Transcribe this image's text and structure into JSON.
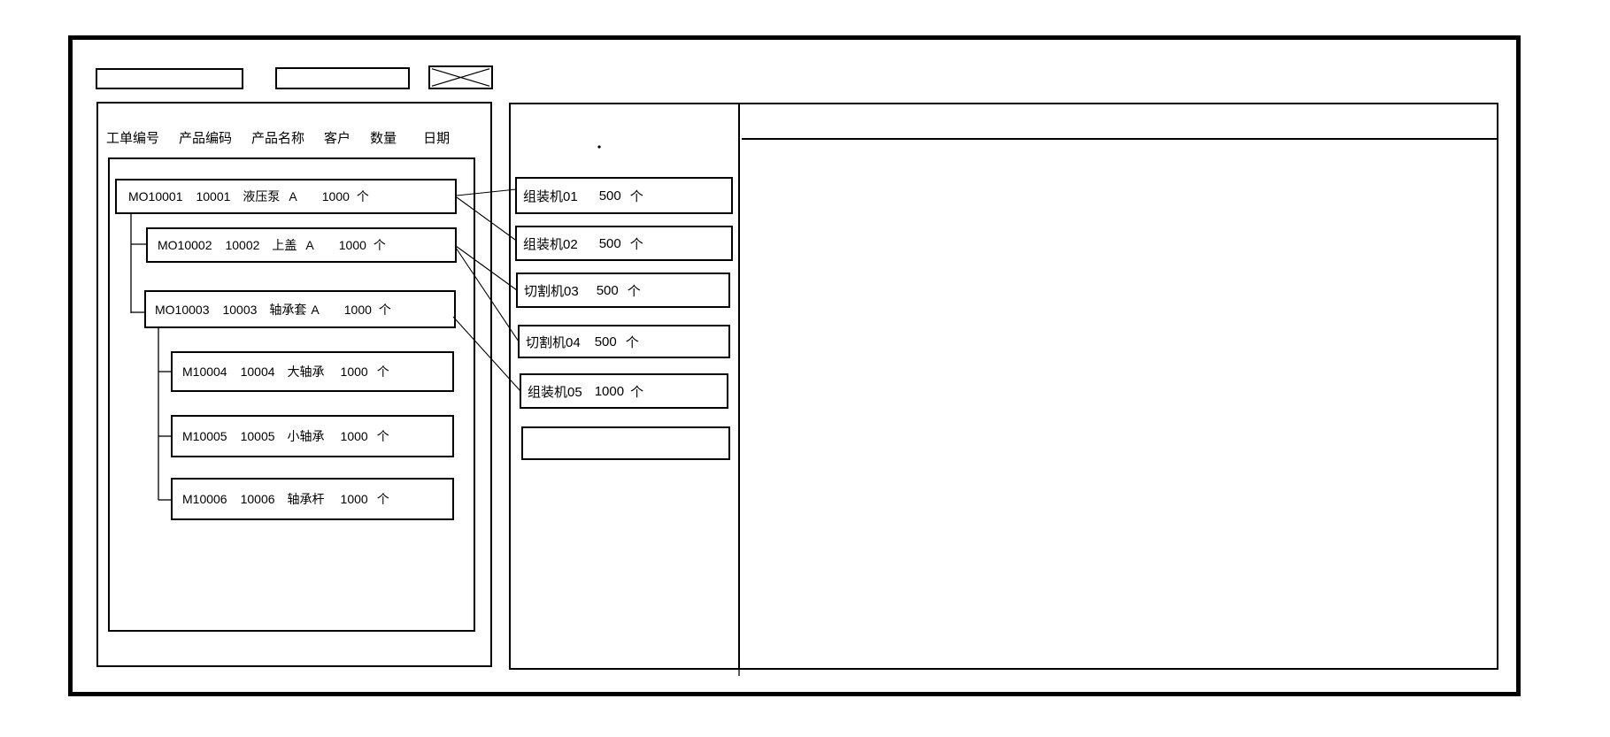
{
  "colors": {
    "stroke": "#000000",
    "background": "#ffffff"
  },
  "toolbar": {
    "input1_value": "",
    "input2_value": ""
  },
  "left_panel": {
    "columns": [
      "工单编号",
      "产品编码",
      "产品名称",
      "客户",
      "数量",
      "日期"
    ],
    "work_orders": [
      {
        "order_no": "MO10001",
        "product_code": "10001",
        "product_name": "液压泵",
        "customer": "A",
        "qty": "1000",
        "unit": "个"
      },
      {
        "order_no": "MO10002",
        "product_code": "10002",
        "product_name": "上盖",
        "customer": "A",
        "qty": "1000",
        "unit": "个"
      },
      {
        "order_no": "MO10003",
        "product_code": "10003",
        "product_name": "轴承套",
        "customer": "A",
        "qty": "1000",
        "unit": "个"
      },
      {
        "order_no": "M10004",
        "product_code": "10004",
        "product_name": "大轴承",
        "qty": "1000",
        "unit": "个"
      },
      {
        "order_no": "M10005",
        "product_code": "10005",
        "product_name": "小轴承",
        "qty": "1000",
        "unit": "个"
      },
      {
        "order_no": "M10006",
        "product_code": "10006",
        "product_name": "轴承杆",
        "qty": "1000",
        "unit": "个"
      }
    ]
  },
  "machine_panel": {
    "machines": [
      {
        "name": "组装机01",
        "qty": "500",
        "unit": "个"
      },
      {
        "name": "组装机02",
        "qty": "500",
        "unit": "个"
      },
      {
        "name": "切割机03",
        "qty": "500",
        "unit": "个"
      },
      {
        "name": "切割机04",
        "qty": "500",
        "unit": "个"
      },
      {
        "name": "组装机05",
        "qty": "1000",
        "unit": "个"
      },
      {
        "name": "",
        "qty": "",
        "unit": ""
      }
    ]
  },
  "detail_panel": {
    "header_text": ""
  }
}
